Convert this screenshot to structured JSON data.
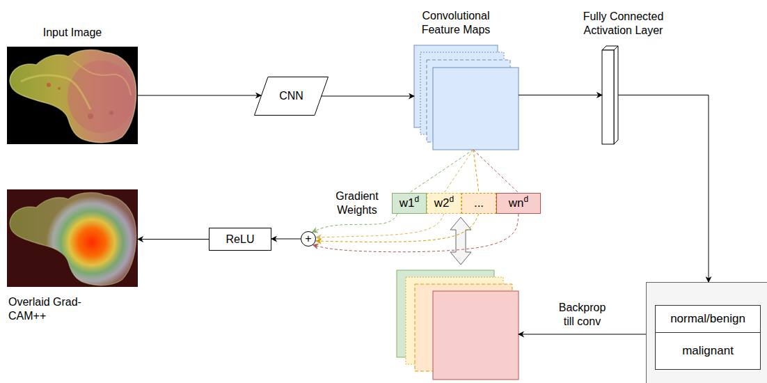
{
  "diagram": {
    "nodes": [
      {
        "text": [
          "Input Image"
        ]
      },
      {
        "text": [
          "CNN"
        ]
      },
      {
        "text": [
          "Convolutional Feature Maps"
        ]
      },
      {
        "text": [
          "Fully Connected Activation Layer"
        ]
      },
      {
        "text": [
          "w1",
          "d"
        ]
      },
      {
        "text": [
          "w2",
          "d"
        ]
      },
      {
        "text": [
          "..."
        ]
      },
      {
        "text": [
          "wn",
          "d"
        ]
      },
      {
        "text": [
          "+"
        ]
      },
      {
        "text": [
          "ReLU"
        ]
      },
      {
        "text": [
          "Overlaid Grad-CAM++"
        ]
      },
      {
        "text": []
      },
      {
        "text": []
      },
      {
        "text": [
          "normal/benign"
        ],
        "in": 12
      },
      {
        "text": [
          "malignant"
        ],
        "in": 12
      }
    ],
    "edges": [
      {
        "from": 0,
        "to": 1,
        "arrow": "to"
      },
      {
        "from": 1,
        "to": 2,
        "arrow": "to"
      },
      {
        "from": 2,
        "to": 3,
        "arrow": "to"
      },
      {
        "from": 3,
        "to": 12,
        "arrow": "to"
      },
      {
        "from": 12,
        "to": 11,
        "label": "Backprop till conv",
        "arrow": "to"
      },
      {
        "from": 2,
        "to": 4,
        "arrow": "none"
      },
      {
        "from": 2,
        "to": 5,
        "arrow": "none"
      },
      {
        "from": 2,
        "to": 6,
        "arrow": "none"
      },
      {
        "from": 2,
        "to": 7,
        "arrow": "none"
      },
      {
        "from": 4,
        "to": 8,
        "arrow": "to"
      },
      {
        "from": 5,
        "to": 8,
        "arrow": "to"
      },
      {
        "from": 6,
        "to": 8,
        "arrow": "to"
      },
      {
        "from": 7,
        "to": 8,
        "arrow": "to"
      },
      {
        "from": 8,
        "to": 9,
        "arrow": "to"
      },
      {
        "from": 9,
        "to": 10,
        "arrow": "to"
      }
    ],
    "labels": [
      "Gradient Weights"
    ]
  }
}
